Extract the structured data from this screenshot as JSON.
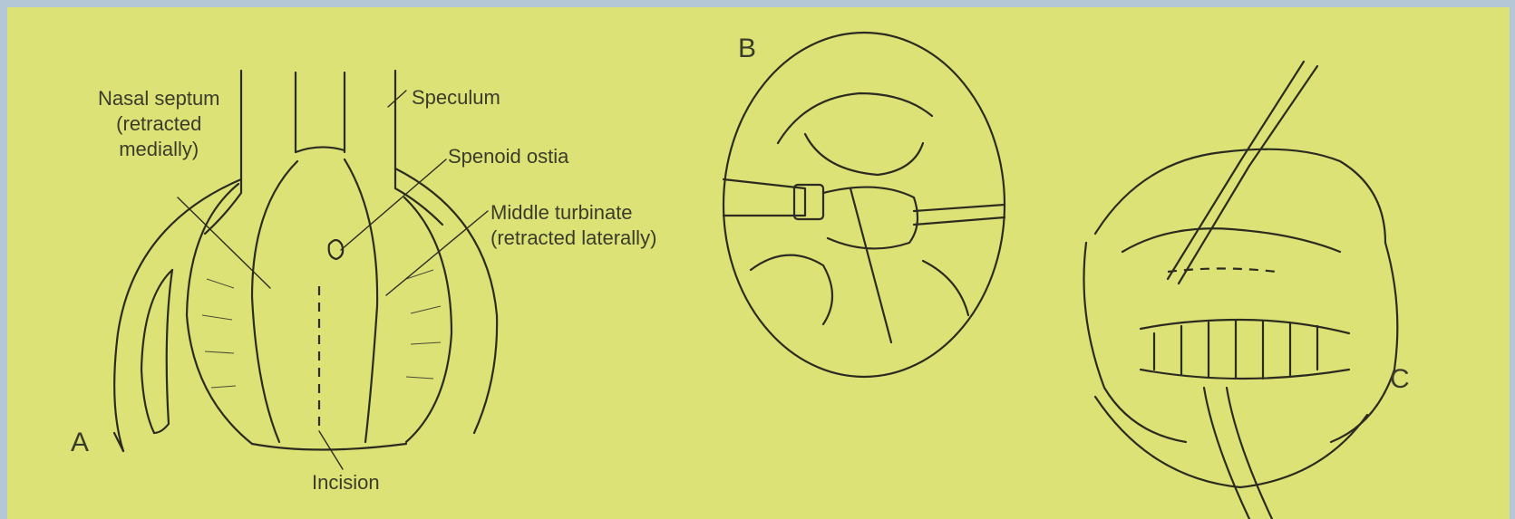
{
  "figure": {
    "panel_a": {
      "letter": "A",
      "labels": {
        "nasal_septum": "Nasal septum\n(retracted\nmedially)",
        "speculum": "Speculum",
        "sphenoid_ostia": "Spenoid ostia",
        "middle_turbinate": "Middle turbinate\n(retracted laterally)",
        "incision": "Incision"
      }
    },
    "panel_b": {
      "letter": "B"
    },
    "panel_c": {
      "letter": "C"
    }
  },
  "colors": {
    "frame": "#b3c7d6",
    "paper": "#dde277",
    "ink": "#2b2c1f"
  }
}
